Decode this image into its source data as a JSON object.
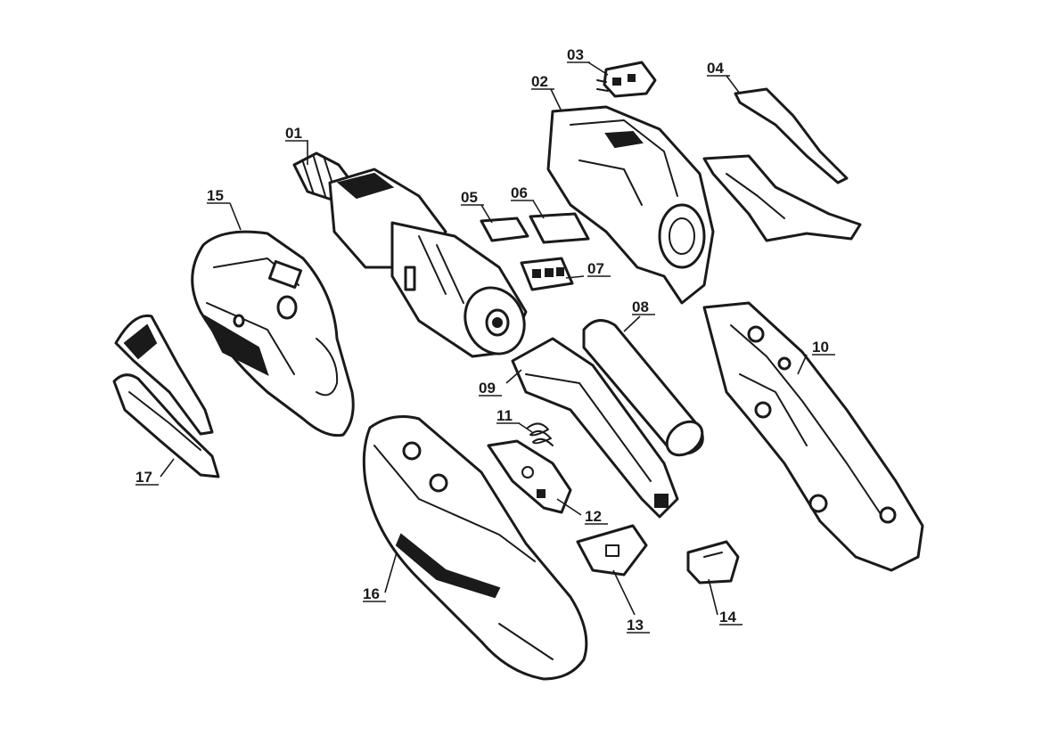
{
  "diagram": {
    "parts": [
      {
        "id": "01",
        "label": "01"
      },
      {
        "id": "02",
        "label": "02"
      },
      {
        "id": "03",
        "label": "03"
      },
      {
        "id": "04",
        "label": "04"
      },
      {
        "id": "05",
        "label": "05"
      },
      {
        "id": "06",
        "label": "06"
      },
      {
        "id": "07",
        "label": "07"
      },
      {
        "id": "08",
        "label": "08"
      },
      {
        "id": "09",
        "label": "09"
      },
      {
        "id": "10",
        "label": "10"
      },
      {
        "id": "11",
        "label": "11"
      },
      {
        "id": "12",
        "label": "12"
      },
      {
        "id": "13",
        "label": "13"
      },
      {
        "id": "14",
        "label": "14"
      },
      {
        "id": "15",
        "label": "15"
      },
      {
        "id": "16",
        "label": "16"
      },
      {
        "id": "17",
        "label": "17"
      }
    ]
  },
  "colors": {
    "line": "#1a1a1a",
    "background": "#ffffff"
  }
}
